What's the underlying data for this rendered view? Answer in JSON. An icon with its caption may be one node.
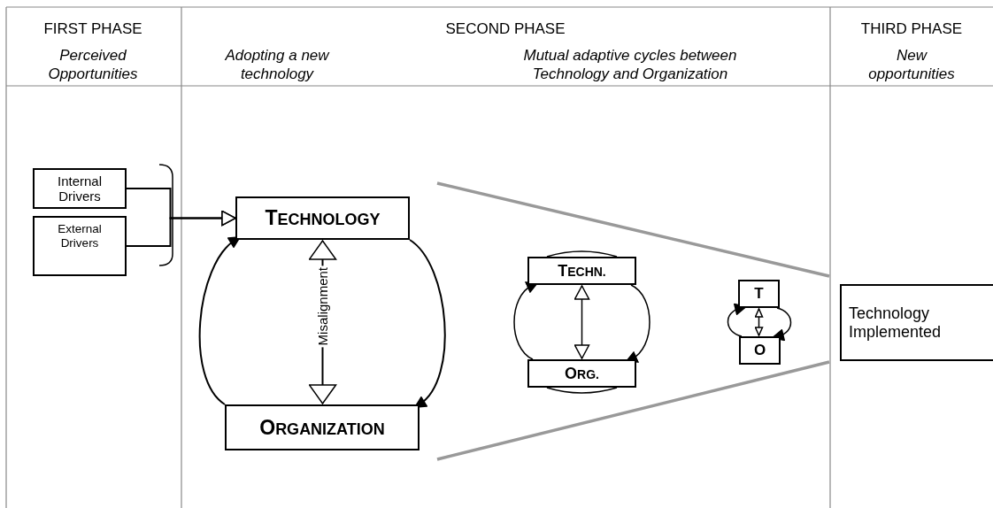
{
  "diagram": {
    "nodes": [
      {
        "text": [
          "Internal Drivers"
        ]
      },
      {
        "text": [
          "External Drivers"
        ]
      },
      {
        "text": [
          "TECHNOLOGY"
        ]
      },
      {
        "text": [
          "ORGANIZATION"
        ]
      },
      {
        "text": [
          "TECHN."
        ]
      },
      {
        "text": [
          "ORG."
        ]
      },
      {
        "text": [
          "T"
        ]
      },
      {
        "text": [
          "O"
        ]
      },
      {
        "text": [
          "Technology Implemented"
        ]
      }
    ],
    "edges": [
      {
        "from": 0,
        "to": 2,
        "arrow": "to"
      },
      {
        "from": 1,
        "to": 2,
        "arrow": "to"
      },
      {
        "from": 2,
        "to": 3,
        "arrow": "both",
        "label": "Misalignment"
      },
      {
        "from": 2,
        "to": 3,
        "arrow": "to"
      },
      {
        "from": 3,
        "to": 2,
        "arrow": "to"
      },
      {
        "from": 4,
        "to": 5,
        "arrow": "both"
      },
      {
        "from": 4,
        "to": 5,
        "arrow": "to"
      },
      {
        "from": 5,
        "to": 4,
        "arrow": "to"
      },
      {
        "from": 6,
        "to": 7,
        "arrow": "both"
      },
      {
        "from": 6,
        "to": 7,
        "arrow": "to"
      },
      {
        "from": 7,
        "to": 6,
        "arrow": "to"
      }
    ],
    "labels": [
      "FIRST PHASE",
      "Perceived Opportunities",
      "SECOND PHASE",
      "Adopting a new technology",
      "Mutual adaptive cycles between Technology and Organization",
      "THIRD PHASE",
      "New opportunities"
    ]
  }
}
